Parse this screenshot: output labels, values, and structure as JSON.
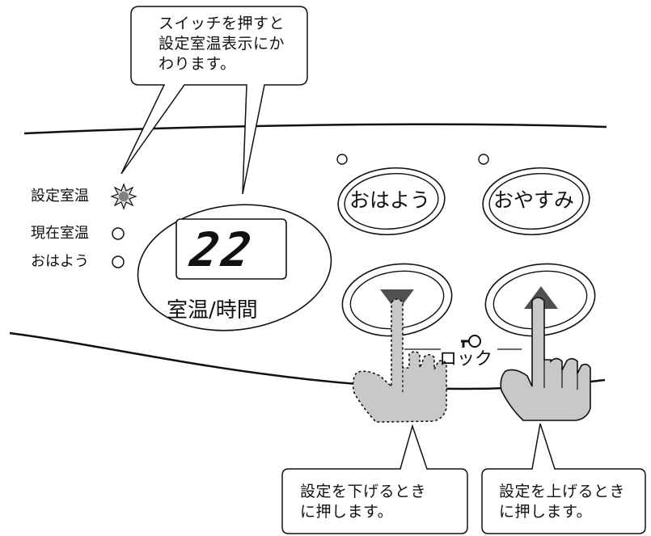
{
  "callouts": {
    "top": "スイッチを押すと\n設定室温表示にか\nわります。",
    "left_bottom": "設定を下げるとき\nに押します。",
    "right_bottom": "設定を上げるとき\nに押します。"
  },
  "indicators": [
    {
      "label": "設定室温",
      "state": "on"
    },
    {
      "label": "現在室温",
      "state": "off"
    },
    {
      "label": "おはよう",
      "state": "off"
    }
  ],
  "display": {
    "value": "22",
    "button_label": "室温/時間"
  },
  "buttons": {
    "ohayou": "おはよう",
    "oyasumi": "おやすみ"
  },
  "lock": {
    "label": "ロック",
    "icon": "key-icon"
  },
  "icons": {
    "down": "triangle-down-icon",
    "up": "triangle-up-icon",
    "hand": "pointing-hand-icon"
  },
  "colors": {
    "outline": "#111111",
    "hand_fill": "#c8c8c8",
    "arrow_fill": "#505050"
  }
}
